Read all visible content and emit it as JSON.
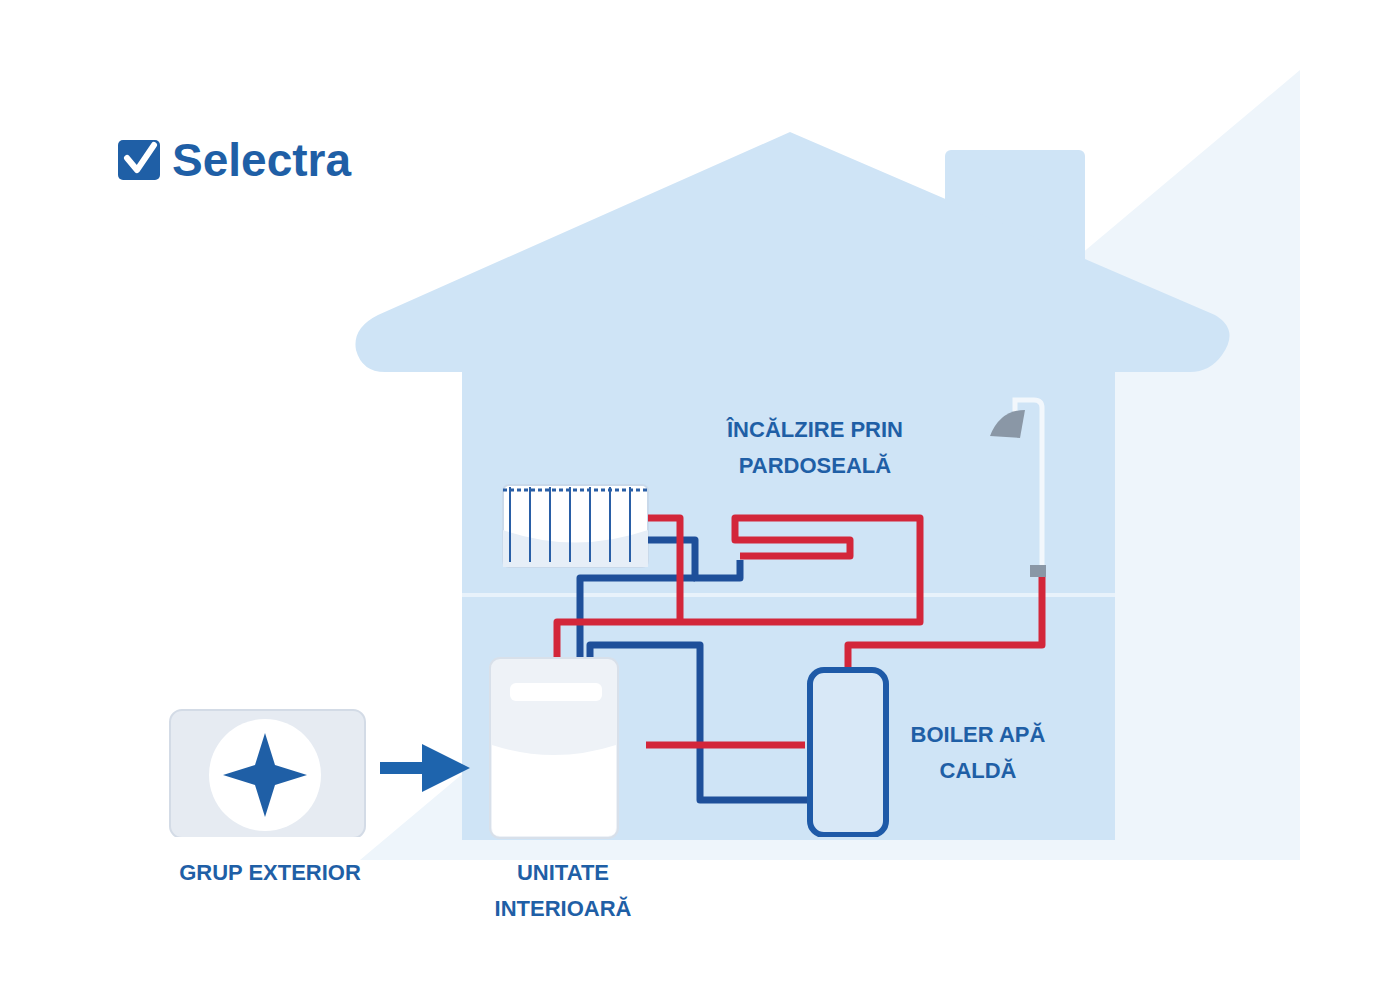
{
  "diagram": {
    "nodes": [
      {
        "text": [
          "GRUP EXTERIOR"
        ]
      },
      {
        "text": [
          "UNITATE INTERIOARĂ"
        ]
      },
      {
        "text": [
          "BOILER APĂ CALDĂ"
        ]
      }
    ],
    "edges": [
      {
        "from": 0,
        "to": 1,
        "arrow": "to"
      },
      {
        "from": 1,
        "to": 2,
        "arrow": "none"
      }
    ],
    "labels": [
      "Selectra",
      "ÎNCĂLZIRE PRIN PARDOSEALĂ"
    ]
  }
}
